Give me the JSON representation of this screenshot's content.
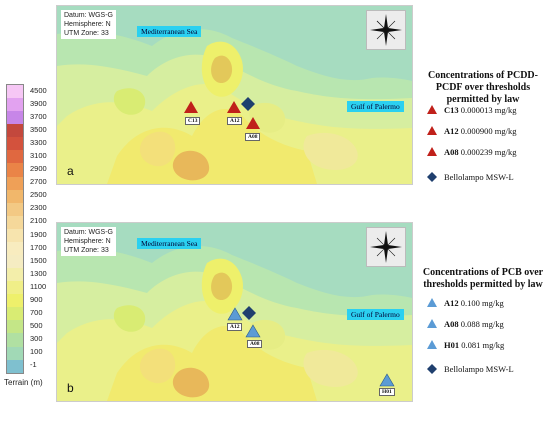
{
  "terrain_legend": {
    "title": "Terrain (m)",
    "levels": [
      {
        "label": "4500",
        "color": "#f6c7f5"
      },
      {
        "label": "3900",
        "color": "#e2a2f0"
      },
      {
        "label": "3700",
        "color": "#c786e8"
      },
      {
        "label": "3500",
        "color": "#c3483d"
      },
      {
        "label": "3300",
        "color": "#d3523d"
      },
      {
        "label": "3100",
        "color": "#e06840"
      },
      {
        "label": "2900",
        "color": "#ea8447"
      },
      {
        "label": "2700",
        "color": "#efa057"
      },
      {
        "label": "2500",
        "color": "#f1b76b"
      },
      {
        "label": "2300",
        "color": "#f3c984"
      },
      {
        "label": "2100",
        "color": "#f5d89a"
      },
      {
        "label": "1900",
        "color": "#f7e4ae"
      },
      {
        "label": "1700",
        "color": "#f8ecbf"
      },
      {
        "label": "1500",
        "color": "#f5ecc2"
      },
      {
        "label": "1300",
        "color": "#f3eeaa"
      },
      {
        "label": "1100",
        "color": "#f0ef88"
      },
      {
        "label": "900",
        "color": "#eef06b"
      },
      {
        "label": "700",
        "color": "#d9ec73"
      },
      {
        "label": "500",
        "color": "#c4e687"
      },
      {
        "label": "300",
        "color": "#b0e0a2"
      },
      {
        "label": "100",
        "color": "#a1d9b6"
      },
      {
        "label": "-1",
        "color": "#7fc0cf"
      }
    ]
  },
  "panels": [
    {
      "letter": "a",
      "datum": [
        "Datum: WGS-G",
        "Hemisphere: N",
        "UTM Zone: 33"
      ],
      "sea_north": "Mediterranean Sea",
      "sea_east": "Gulf of Palermo",
      "sites": [
        {
          "label": "C13",
          "kind": "triangle",
          "color": "#c0201a"
        },
        {
          "label": "A12",
          "kind": "triangle",
          "color": "#c0201a"
        },
        {
          "label": "A08",
          "kind": "triangle",
          "color": "#c0201a"
        },
        {
          "label": "",
          "kind": "diamond",
          "color": "#1f3f6e"
        }
      ],
      "legend_title": "Concentrations of PCDD-PCDF over thresholds permitted by law",
      "legend_items": [
        {
          "code": "C13",
          "value": "0.000013 mg/kg",
          "kind": "triangle",
          "color": "#c0201a"
        },
        {
          "code": "A12",
          "value": "0.000900 mg/kg",
          "kind": "triangle",
          "color": "#c0201a"
        },
        {
          "code": "A08",
          "value": "0.000239 mg/kg",
          "kind": "triangle",
          "color": "#c0201a"
        },
        {
          "code": "",
          "value": "Bellolampo MSW-L",
          "kind": "diamond",
          "color": "#1f3f6e"
        }
      ]
    },
    {
      "letter": "b",
      "datum": [
        "Datum: WGS-G",
        "Hemisphere: N",
        "UTM Zone: 33"
      ],
      "sea_north": "Mediterranean Sea",
      "sea_east": "Gulf of Palermo",
      "sites": [
        {
          "label": "A12",
          "kind": "triangle",
          "color": "#5b9bd5"
        },
        {
          "label": "",
          "kind": "diamond",
          "color": "#1f3f6e"
        },
        {
          "label": "A08",
          "kind": "triangle",
          "color": "#5b9bd5"
        },
        {
          "label": "H01",
          "kind": "triangle",
          "color": "#5b9bd5"
        }
      ],
      "legend_title": "Concentrations of PCB over thresholds permitted by law",
      "legend_items": [
        {
          "code": "A12",
          "value": "0.100 mg/kg",
          "kind": "triangle",
          "color": "#5b9bd5"
        },
        {
          "code": "A08",
          "value": "0.088 mg/kg",
          "kind": "triangle",
          "color": "#5b9bd5"
        },
        {
          "code": "H01",
          "value": "0.081 mg/kg",
          "kind": "triangle",
          "color": "#5b9bd5"
        },
        {
          "code": "",
          "value": "Bellolampo MSW-L",
          "kind": "diamond",
          "color": "#1f3f6e"
        }
      ]
    }
  ]
}
